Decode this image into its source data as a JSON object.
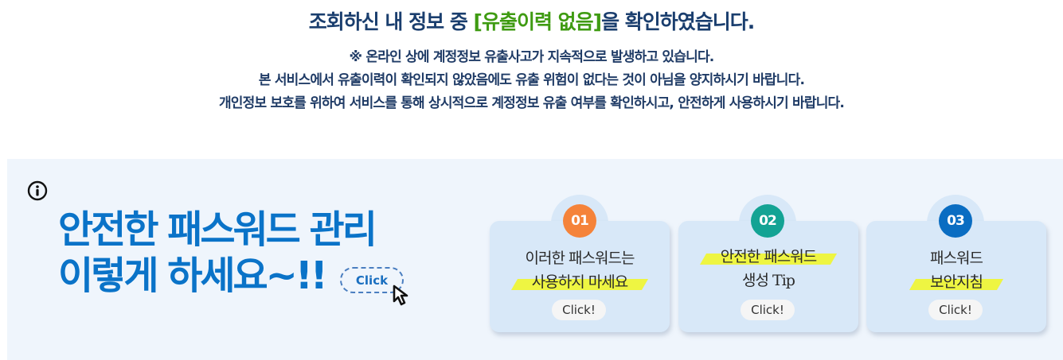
{
  "result": {
    "title_prefix": "조회하신 내 정보 중 ",
    "title_highlight": "[유출이력 없음]",
    "title_suffix": "을 확인하였습니다.",
    "notices": [
      "※ 온라인 상에 계정정보 유출사고가 지속적으로 발생하고 있습니다.",
      "본 서비스에서 유출이력이 확인되지 않았음에도 유출 위험이 없다는 것이 아님을 양지하시기 바랍니다.",
      "개인정보 보호를 위하여 서비스를 통해 상시적으로 계정정보 유출 여부를 확인하시고, 안전하게 사용하시기 바랍니다."
    ],
    "title_color": "#1a3e6e",
    "highlight_color": "#3f9b12"
  },
  "banner": {
    "info_icon": "info-circle-icon",
    "headline": [
      "안전한 패스워드 관리",
      "이렇게 하세요~!!"
    ],
    "click_label": "Click",
    "cursor_icon": "mouse-pointer-icon",
    "headline_color": "#0a73c8",
    "background": "#eff5fc",
    "cards": [
      {
        "number": "01",
        "badge_color": "#f5833a",
        "lines": [
          "이러한 패스워드는",
          "사용하지 마세요"
        ],
        "highlighted_line": 1,
        "button": "Click!"
      },
      {
        "number": "02",
        "badge_color": "#13a394",
        "lines": [
          "안전한 패스워드",
          "생성 Tip"
        ],
        "highlighted_line": 0,
        "button": "Click!"
      },
      {
        "number": "03",
        "badge_color": "#0a6dc2",
        "lines": [
          "패스워드",
          "보안지침"
        ],
        "highlighted_line": 1,
        "button": "Click!"
      }
    ]
  }
}
